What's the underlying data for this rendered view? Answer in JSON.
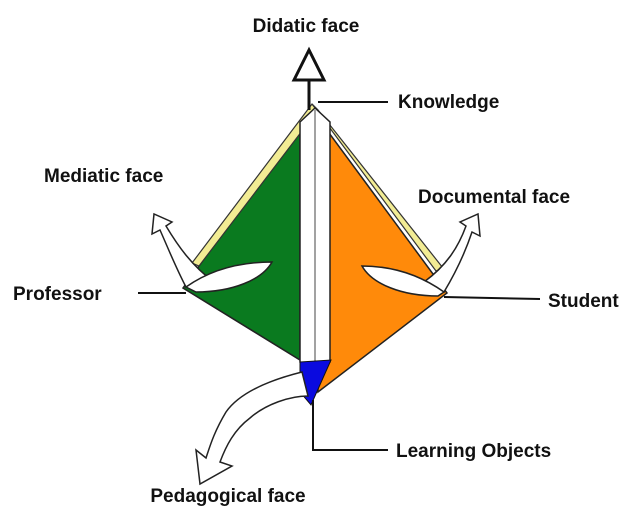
{
  "labels": {
    "didatic_face": "Didatic face",
    "knowledge": "Knowledge",
    "mediatic_face": "Mediatic face",
    "documental_face": "Documental face",
    "professor": "Professor",
    "student": "Student",
    "learning_objects": "Learning Objects",
    "pedagogical_face": "Pedagogical face"
  },
  "colors": {
    "left_face": "#0a7a1f",
    "right_face": "#ff8a0a",
    "base_marker": "#0a0adf",
    "top_edge": "#f2ec94",
    "outline": "#111111"
  }
}
